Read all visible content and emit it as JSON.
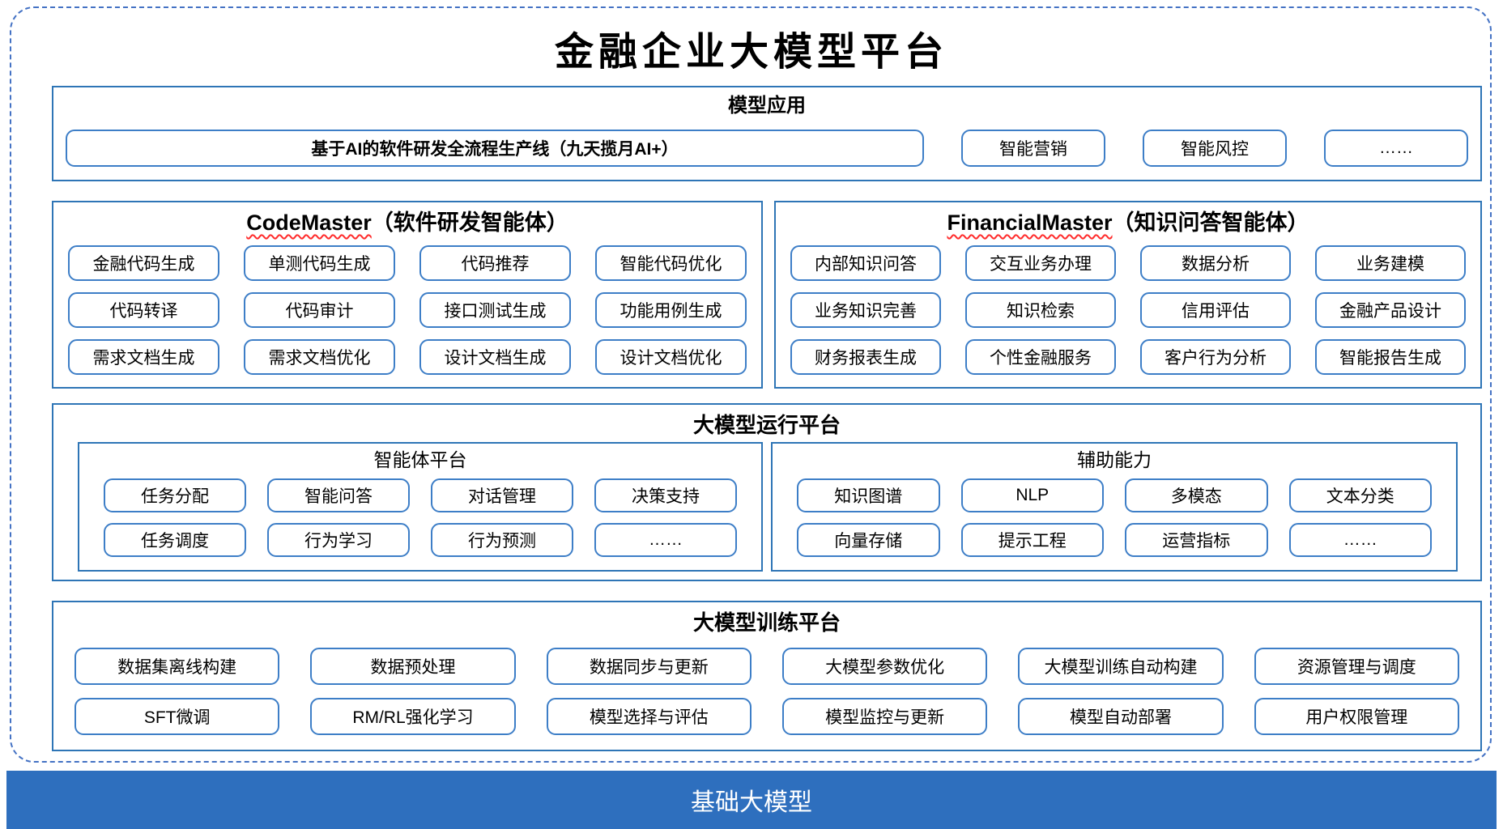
{
  "title": "金融企业大模型平台",
  "colors": {
    "section_border": "#2E75B6",
    "button_border": "#3D7EC7",
    "dashed_border": "#4472C4",
    "base_bar_bg": "#2E6FBE",
    "squiggle": "#FF2B2B"
  },
  "model_app": {
    "title": "模型应用",
    "main_item": "基于AI的软件研发全流程生产线（九天揽月AI+）",
    "items": [
      "智能营销",
      "智能风控",
      "……"
    ]
  },
  "code_master": {
    "name": "CodeMaster",
    "suffix": "（软件研发智能体）",
    "items": [
      "金融代码生成",
      "单测代码生成",
      "代码推荐",
      "智能代码优化",
      "代码转译",
      "代码审计",
      "接口测试生成",
      "功能用例生成",
      "需求文档生成",
      "需求文档优化",
      "设计文档生成",
      "设计文档优化"
    ]
  },
  "financial_master": {
    "name": "FinancialMaster",
    "suffix": "（知识问答智能体）",
    "items": [
      "内部知识问答",
      "交互业务办理",
      "数据分析",
      "业务建模",
      "业务知识完善",
      "知识检索",
      "信用评估",
      "金融产品设计",
      "财务报表生成",
      "个性金融服务",
      "客户行为分析",
      "智能报告生成"
    ]
  },
  "runtime": {
    "title": "大模型运行平台",
    "agent_platform": {
      "title": "智能体平台",
      "items": [
        "任务分配",
        "智能问答",
        "对话管理",
        "决策支持",
        "任务调度",
        "行为学习",
        "行为预测",
        "……"
      ]
    },
    "aux": {
      "title": "辅助能力",
      "items": [
        "知识图谱",
        "NLP",
        "多模态",
        "文本分类",
        "向量存储",
        "提示工程",
        "运营指标",
        "……"
      ]
    }
  },
  "training": {
    "title": "大模型训练平台",
    "items": [
      "数据集离线构建",
      "数据预处理",
      "数据同步与更新",
      "大模型参数优化",
      "大模型训练自动构建",
      "资源管理与调度",
      "SFT微调",
      "RM/RL强化学习",
      "模型选择与评估",
      "模型监控与更新",
      "模型自动部署",
      "用户权限管理"
    ]
  },
  "base_model": {
    "title": "基础大模型"
  }
}
